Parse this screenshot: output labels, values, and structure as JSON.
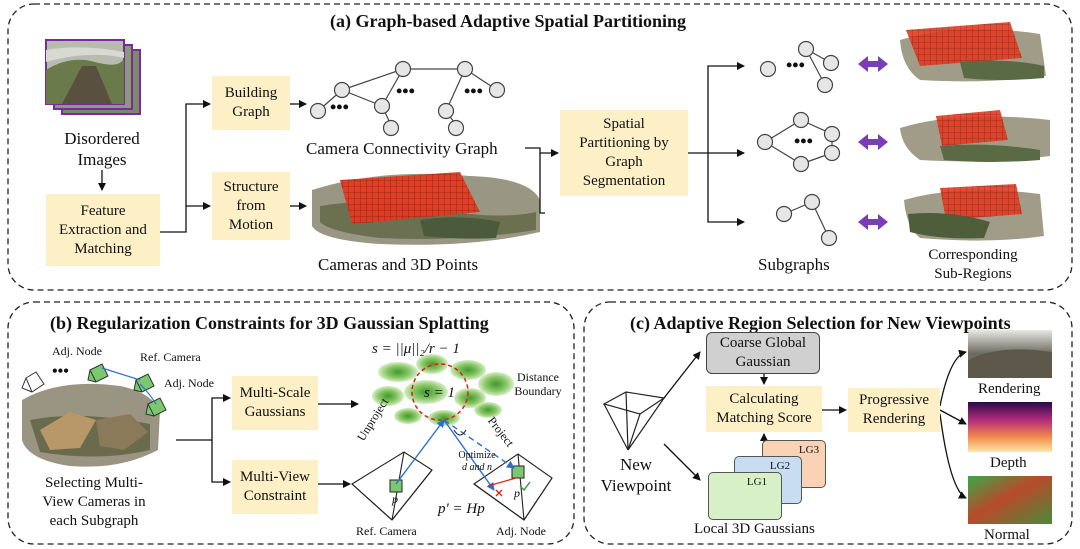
{
  "panel_a": {
    "title": "(a) Graph-based Adaptive Spatial Partitioning",
    "disordered_images": [
      "Disordered",
      "Images"
    ],
    "feature_box": [
      "Feature",
      "Extraction and",
      "Matching"
    ],
    "building_graph_box": [
      "Building",
      "Graph"
    ],
    "sfm_box": [
      "Structure",
      "from",
      "Motion"
    ],
    "camera_graph_label": "Camera Connectivity Graph",
    "cameras_points_label": "Cameras and 3D Points",
    "partition_box": [
      "Spatial",
      "Partitioning by",
      "Graph",
      "Segmentation"
    ],
    "subgraphs_label": "Subgraphs",
    "subregions_label": [
      "Corresponding",
      "Sub-Regions"
    ],
    "ellipsis": "•••"
  },
  "panel_b": {
    "title": "(b) Regularization Constraints for 3D Gaussian Splatting",
    "adj_node_top": "Adj. Node",
    "ref_camera_top": "Ref. Camera",
    "adj_node_right": "Adj. Node",
    "multiscale_box": [
      "Multi-Scale",
      "Gaussians"
    ],
    "multiview_box": [
      "Multi-View",
      "Constraint"
    ],
    "selecting_label": [
      "Selecting Multi-",
      "View Cameras in",
      "each Subgraph"
    ],
    "formula_s": "s = ||μ||₂/r − 1",
    "s_equals_one": "s = 1",
    "distance_boundary": [
      "Distance",
      "Boundary"
    ],
    "unproject": "Unproject",
    "project": "Project",
    "optimize": [
      "Optimize",
      "d and n"
    ],
    "p_label": "p",
    "p_prime_label": "p",
    "homography": "p′ = Hp",
    "ref_camera_bottom": "Ref. Camera",
    "adj_node_bottom": "Adj. Node"
  },
  "panel_c": {
    "title": "(c) Adaptive Region Selection for New Viewpoints",
    "coarse_box": [
      "Coarse Global",
      "Gaussian"
    ],
    "matching_box": [
      "Calculating",
      "Matching Score"
    ],
    "progressive_box": [
      "Progressive",
      "Rendering"
    ],
    "new_viewpoint": [
      "New",
      "Viewpoint"
    ],
    "lg_labels": [
      "LG1",
      "LG2",
      "LG3"
    ],
    "local_gaussians": "Local 3D Gaussians",
    "rendering": "Rendering",
    "depth": "Depth",
    "normal": "Normal"
  },
  "colors": {
    "box_fill": "#fdf0c6",
    "coarse_fill": "#d0d0d0",
    "lg1": "#d8f0c8",
    "lg2": "#c8dcf2",
    "lg3": "#fad2b6",
    "arrow_purple": "#7a3db8",
    "node_fill": "#e6e6e6",
    "red_grid": "#dd2211",
    "gaussian_green": "#8cc86a"
  },
  "icons": {
    "double_arrow": "double-arrow-icon",
    "camera": "camera-pyramid-icon"
  }
}
